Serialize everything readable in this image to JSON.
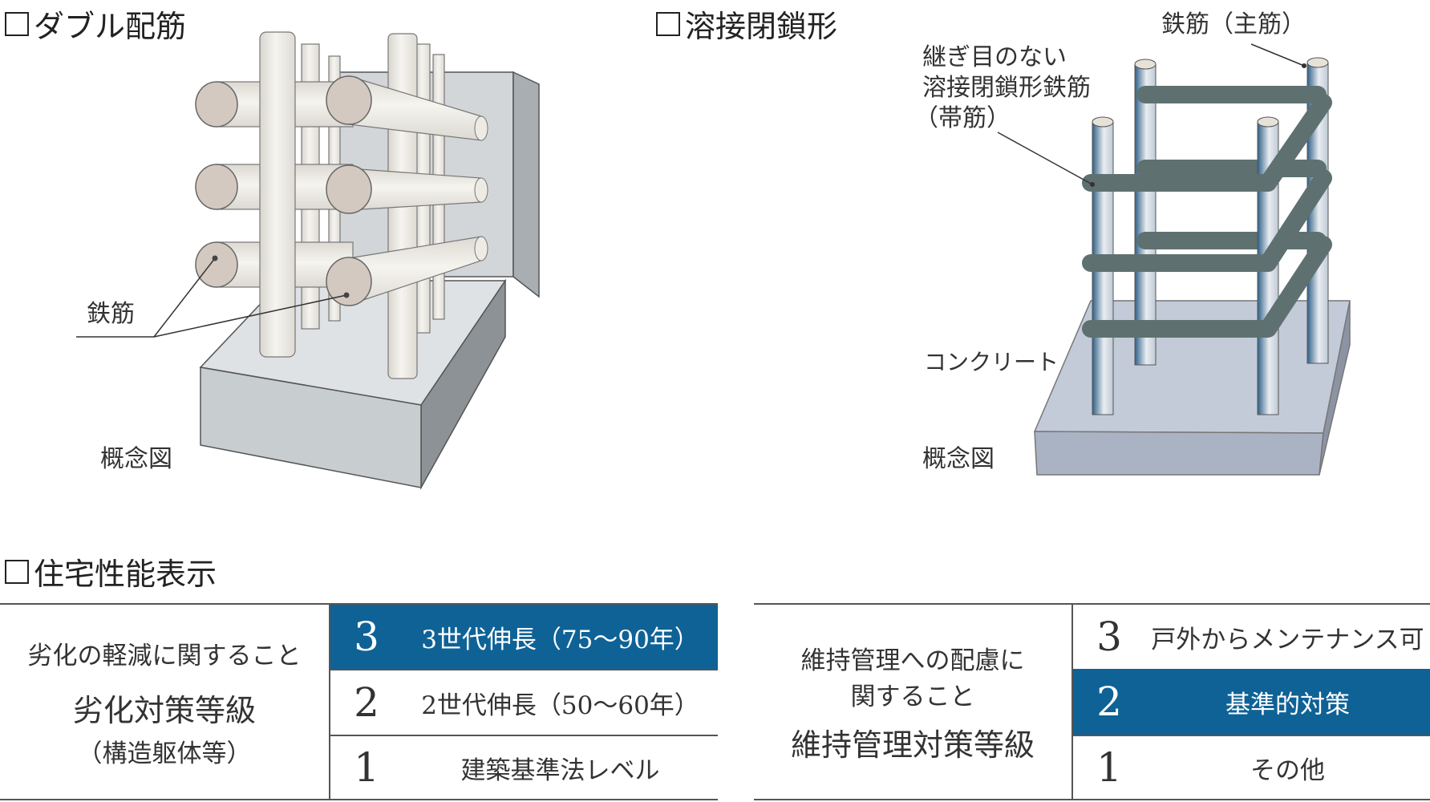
{
  "double": {
    "title": "ダブル配筋",
    "rebar_label": "鉄筋",
    "concept_label": "概念図"
  },
  "welded": {
    "title": "溶接閉鎖形",
    "main_rebar_label": "鉄筋（主筋）",
    "hoop_label_lines": [
      "継ぎ目のない",
      "溶接閉鎖形鉄筋",
      "（帯筋）"
    ],
    "concrete_label": "コンクリート",
    "concept_label": "概念図"
  },
  "performance": {
    "title": "住宅性能表示",
    "table1": {
      "left_lines": [
        "劣化の軽減に関すること",
        "劣化対策等級",
        "（構造躯体等）"
      ],
      "rows": [
        {
          "grade": "3",
          "text": "3世代伸長（75〜90年）",
          "highlight": true
        },
        {
          "grade": "2",
          "text": "2世代伸長（50〜60年）",
          "highlight": false
        },
        {
          "grade": "1",
          "text": "建築基準法レベル",
          "highlight": false
        }
      ]
    },
    "table2": {
      "left_lines": [
        "維持管理への配慮に",
        "関すること",
        "維持管理対策等級"
      ],
      "rows": [
        {
          "grade": "3",
          "text": "戸外からメンテナンス可",
          "highlight": false
        },
        {
          "grade": "2",
          "text": "基準的対策",
          "highlight": true
        },
        {
          "grade": "1",
          "text": "その他",
          "highlight": false
        }
      ]
    }
  },
  "colors": {
    "highlight": "#0f6296",
    "hoop": "#5e7170",
    "concrete_blue": "#c3cbd9",
    "concrete_grey": "#c9cdd0"
  }
}
